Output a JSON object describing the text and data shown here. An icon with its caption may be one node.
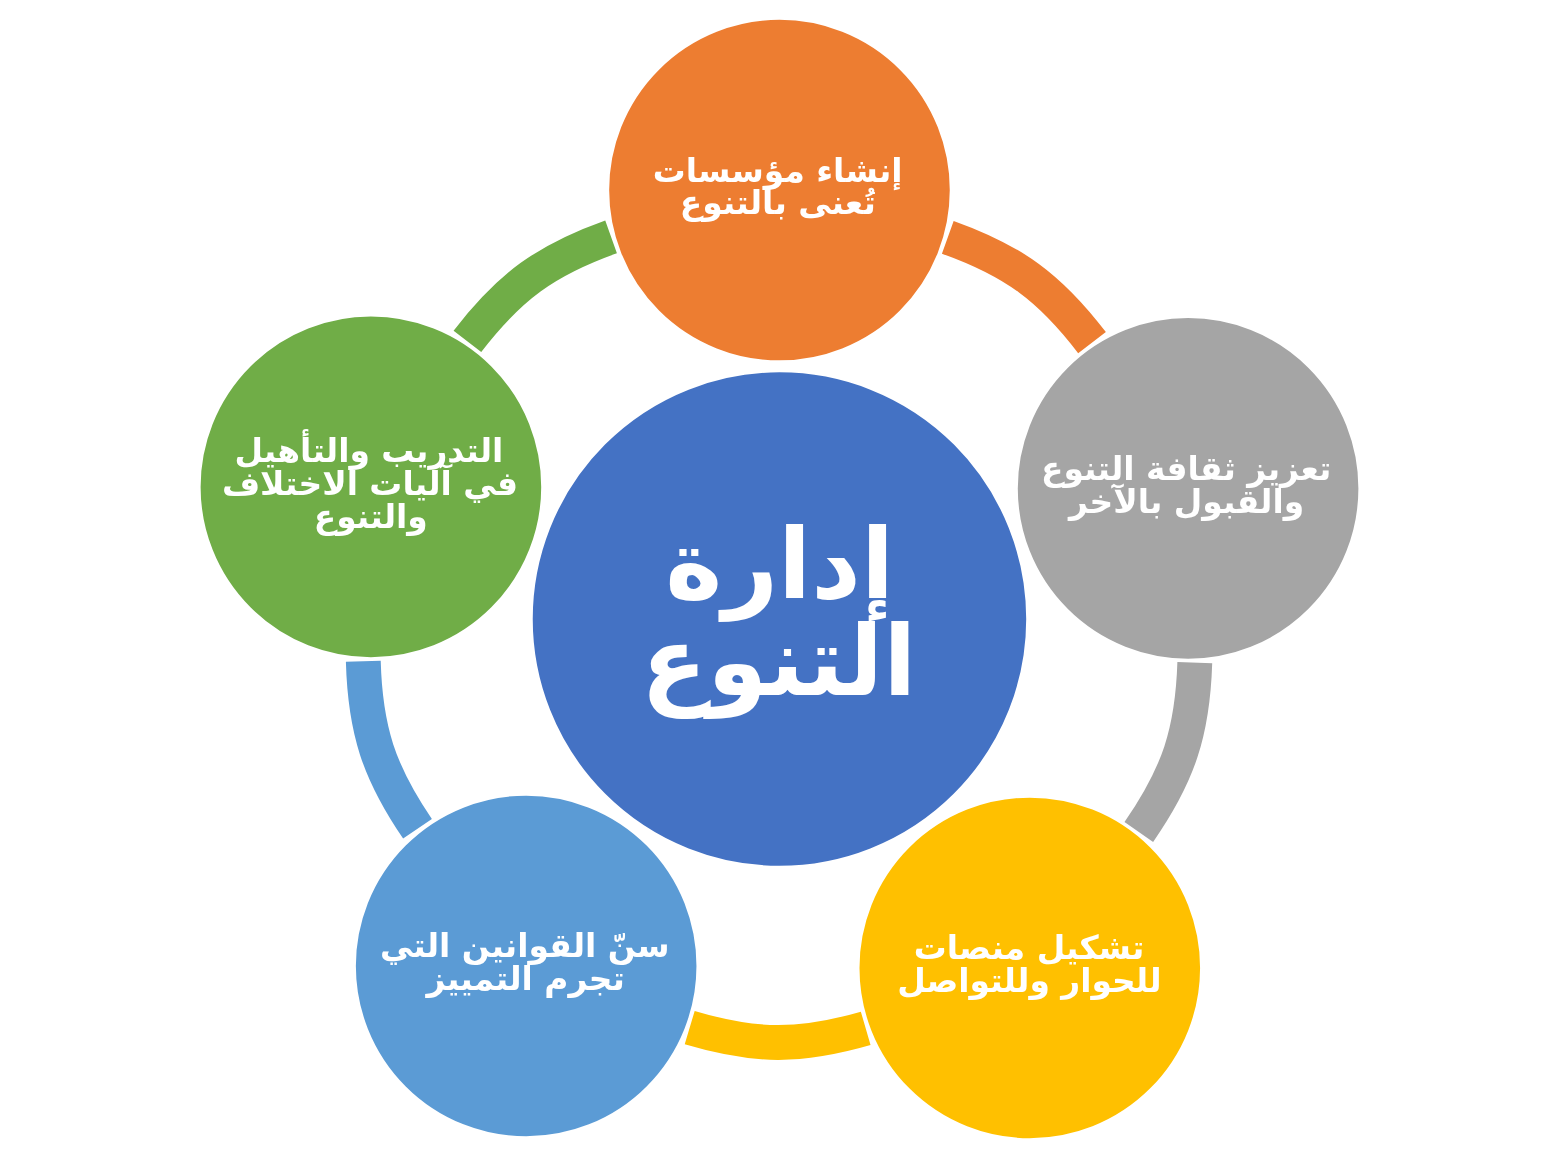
{
  "diagram": {
    "nodes": [
      {
        "text": [
          "إدارة التنوع"
        ]
      },
      {
        "text": [
          "إنشاء مؤسسات تُعنى بالتنوع"
        ]
      },
      {
        "text": [
          "تعزيز ثقافة التنوع والقبول بالآخر"
        ]
      },
      {
        "text": [
          "تشكيل منصات للحوار وللتواصل"
        ]
      },
      {
        "text": [
          "سنّ القوانين التي تجرم التمييز"
        ]
      },
      {
        "text": [
          "التدريب والتأهيل في آليات الاختلاف والتنوع"
        ]
      }
    ],
    "edges": [
      {
        "from": 1,
        "to": 2,
        "arrow": "none",
        "color": "#ed7d31"
      },
      {
        "from": 2,
        "to": 3,
        "arrow": "none",
        "color": "#a5a5a5"
      },
      {
        "from": 3,
        "to": 4,
        "arrow": "none",
        "color": "#ffc000"
      },
      {
        "from": 4,
        "to": 5,
        "arrow": "none",
        "color": "#5b9bd5"
      },
      {
        "from": 5,
        "to": 1,
        "arrow": "none",
        "color": "#70ad47"
      }
    ]
  }
}
